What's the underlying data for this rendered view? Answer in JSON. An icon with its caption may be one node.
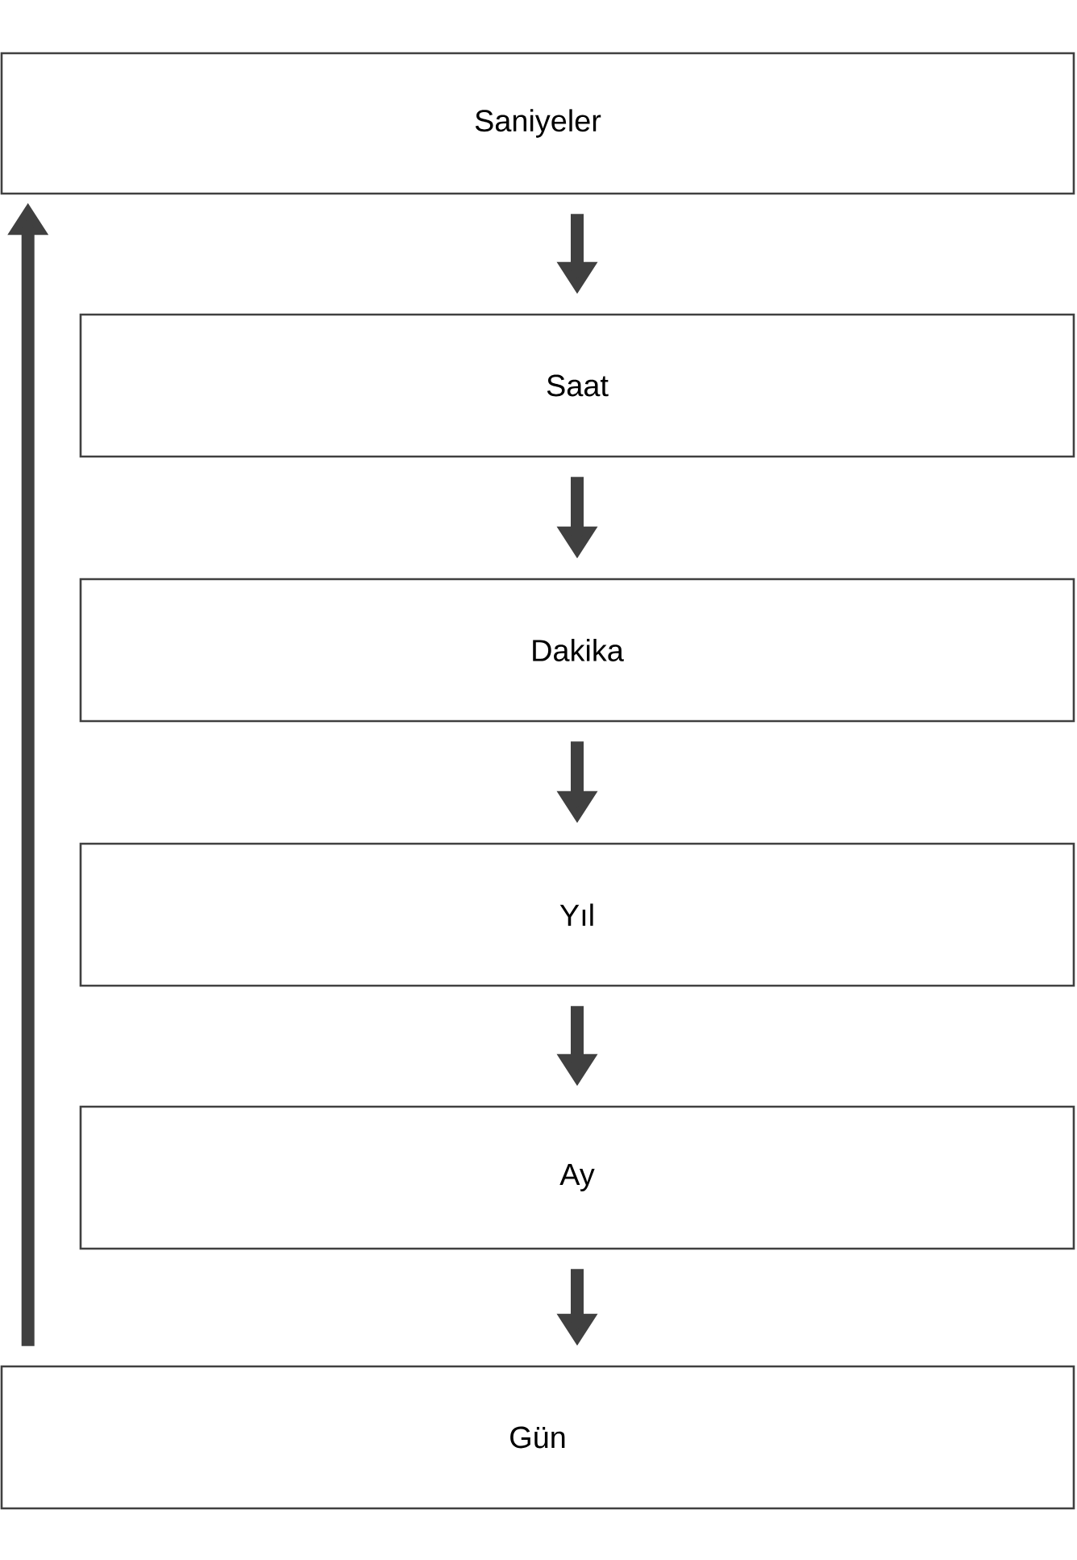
{
  "diagram": {
    "nodes": [
      {
        "text": [
          "Saniyeler"
        ]
      },
      {
        "text": [
          "Saat"
        ]
      },
      {
        "text": [
          "Dakika"
        ]
      },
      {
        "text": [
          "Yıl"
        ]
      },
      {
        "text": [
          "Ay"
        ]
      },
      {
        "text": [
          "Gün"
        ]
      }
    ],
    "edges": [
      {
        "from": 0,
        "to": 1,
        "arrow": "to"
      },
      {
        "from": 1,
        "to": 2,
        "arrow": "to"
      },
      {
        "from": 2,
        "to": 3,
        "arrow": "to"
      },
      {
        "from": 3,
        "to": 4,
        "arrow": "to"
      },
      {
        "from": 4,
        "to": 5,
        "arrow": "to"
      },
      {
        "from": 5,
        "to": 0,
        "arrow": "to"
      }
    ]
  }
}
